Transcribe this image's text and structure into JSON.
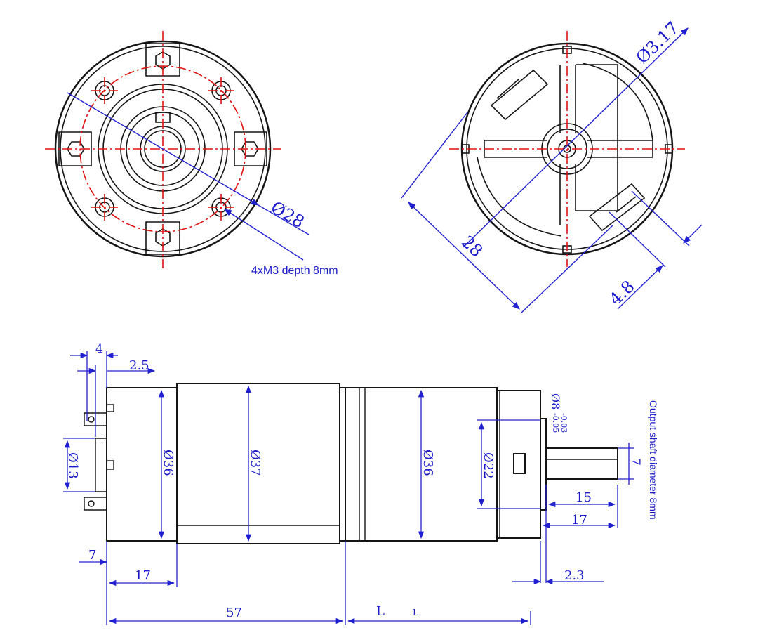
{
  "front_view": {
    "diameter_label": "Ø28",
    "hole_note": "4xM3 depth 8mm"
  },
  "rear_view": {
    "diameter_label": "Ø3.17",
    "width_label": "28",
    "terminal_label": "4.8"
  },
  "side_view": {
    "dim_4": "4",
    "dim_2_5": "2.5",
    "dim_13": "Ø13",
    "dim_36_motor": "Ø36",
    "dim_37": "Ø37",
    "dim_36_gear": "Ø36",
    "dim_22": "Ø22",
    "dim_8": "Ø8",
    "tol_upper": "-0.03",
    "tol_lower": "-0.05",
    "dim_7_flat": "7",
    "dim_15": "15",
    "dim_17_shaft": "17",
    "dim_7_left": "7",
    "dim_17_left": "17",
    "dim_2_3": "2.3",
    "dim_57": "57",
    "dim_L": "L",
    "dim_L_small": "L",
    "shaft_note": "Output shaft diameter 8mm"
  }
}
